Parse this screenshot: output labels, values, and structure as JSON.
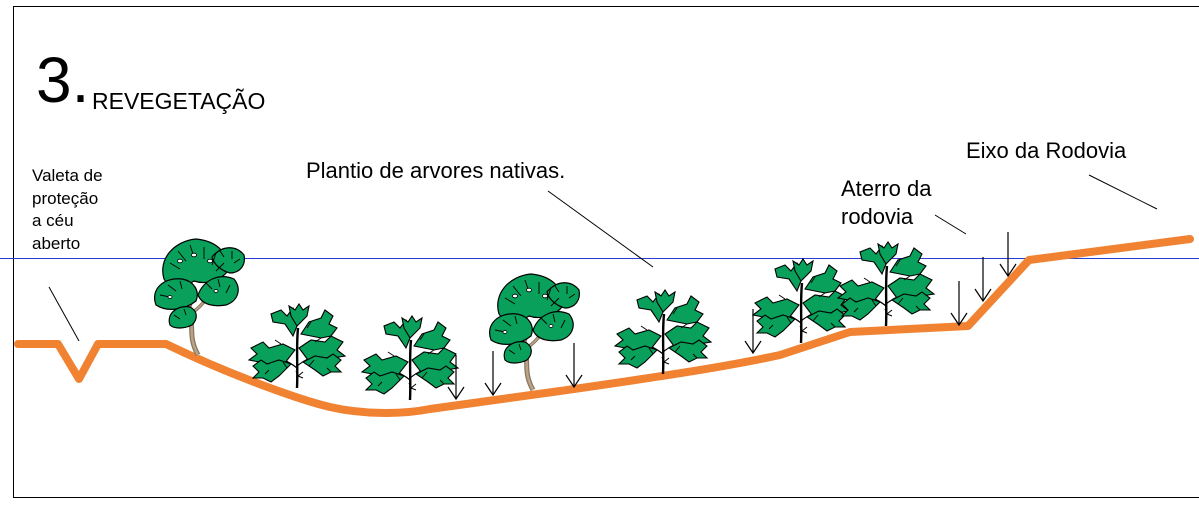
{
  "diagram": {
    "step_number": "3.",
    "step_title": "REVEGETAÇÃO",
    "labels": {
      "valeta": "Valeta de\nproteção\na céu\naberto",
      "plantio": "Plantio de arvores nativas.",
      "aterro": "Aterro da\nrodovia",
      "eixo": "Eixo da Rodovia"
    }
  },
  "colors": {
    "terrain": "#f08232",
    "leaf_fill": "#08a05a",
    "leaf_stroke": "#000000",
    "trunk": "#a08a70",
    "reference_line": "#2a3cd6",
    "text": "#000000"
  }
}
